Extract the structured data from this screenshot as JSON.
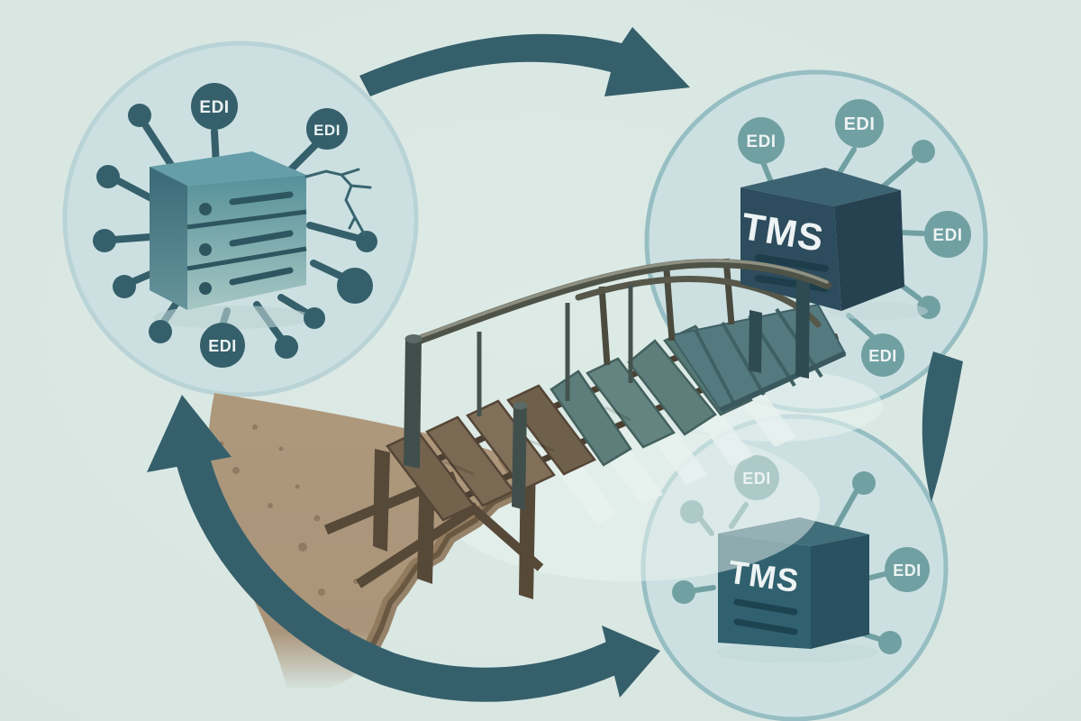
{
  "scene": {
    "colors": {
      "background": "#d7e5e1",
      "bubble_fill": "#cce0e2",
      "bubble_stroke_light": "#b9d3d6",
      "bubble_stroke": "#96bec3",
      "arrow": "#35606b",
      "legacy_node": "#35606b",
      "legacy_server_top": "#659ea8",
      "tms_node": "#71a0a2",
      "tms_main_top": "#3c6372",
      "tms_main_front": "#2d4c5d",
      "tms_main_right": "#264150",
      "tms_small_top": "#406e7a",
      "tms_small_front": "#31606f",
      "tms_small_right": "#2a515f",
      "dirt": "#ad977b",
      "plank_brown": "#7b6a53",
      "plank_teal": "#5d7e7a"
    }
  },
  "bubbles": {
    "legacy": {
      "node_labels": [
        "EDI",
        "EDI",
        "EDI"
      ]
    },
    "tms_main": {
      "label": "TMS",
      "node_labels": [
        "EDI",
        "EDI",
        "EDI",
        "EDI"
      ]
    },
    "tms_small": {
      "label": "TMS",
      "node_labels": [
        "EDI",
        "EDI"
      ]
    }
  }
}
